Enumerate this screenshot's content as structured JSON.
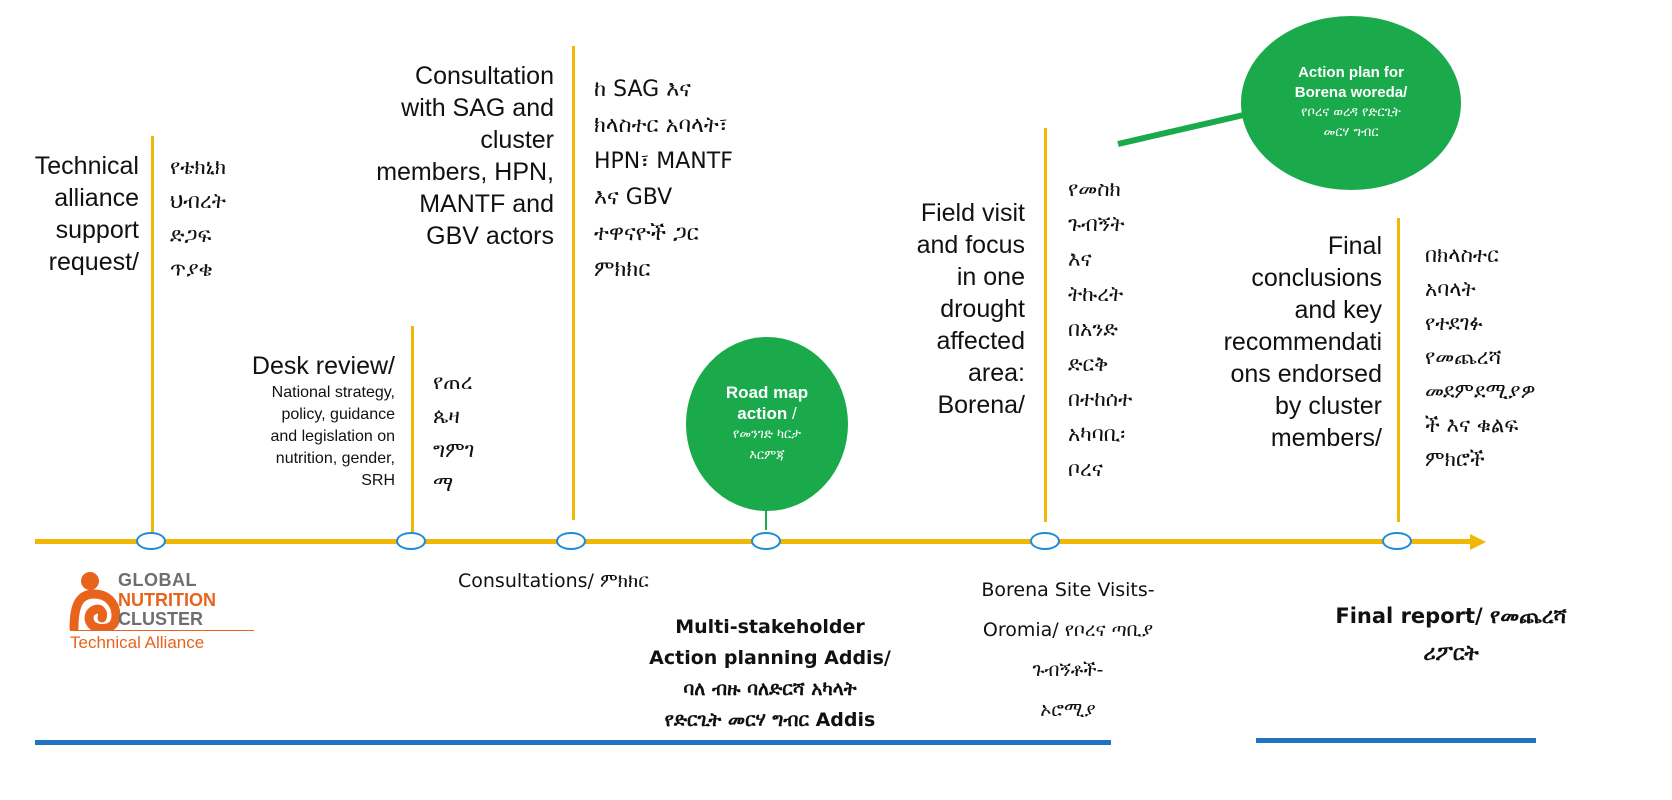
{
  "milestones": {
    "technical_request": {
      "english": [
        "Technical",
        "alliance",
        "support",
        "request/"
      ],
      "amharic": [
        "የቴክኒክ",
        "ህብረት",
        "ድጋፍ",
        "ጥያቄ"
      ]
    },
    "desk_review": {
      "title": "Desk review/",
      "detail": [
        "National strategy,",
        "policy, guidance",
        "and legislation on",
        "nutrition, gender,",
        "SRH"
      ],
      "amharic": [
        "የጠረ",
        "ጴዛ",
        "ግምገ",
        "ማ"
      ]
    },
    "consultation": {
      "english": [
        "Consultation",
        "with SAG and",
        "cluster",
        "members, HPN,",
        "MANTF and",
        "GBV actors"
      ],
      "amharic": [
        "ከ SAG እና",
        "ክላስተር አባላት፣",
        "HPN፣ MANTF",
        "እና GBV",
        "ተዋናዮች ጋር",
        "ምክክር"
      ]
    },
    "road_map": {
      "title": "Road map",
      "title2": "action",
      "slash": " /",
      "amharic": [
        "የመንገድ ካርታ",
        "እርምጃ"
      ]
    },
    "field_visit": {
      "english": [
        "Field visit",
        "and focus",
        "in one",
        "drought",
        "affected",
        "area:",
        "Borena/"
      ],
      "amharic": [
        "የመስክ",
        "ጉብኝት",
        "እና",
        "ትኩረት",
        "በአንድ",
        "ድርቅ",
        "በተከሰተ",
        "አካባቢ፡",
        "ቦረና"
      ]
    },
    "action_plan": {
      "title": [
        "Action plan for",
        "Borena woreda/"
      ],
      "amharic": [
        "የቦረና ወረዳ የድርጊት",
        "መርሃ ግብር"
      ]
    },
    "final": {
      "english": [
        "Final",
        "conclusions",
        "and key",
        "recommendati",
        "ons endorsed",
        "by cluster",
        "members/"
      ],
      "amharic": [
        "በክላስተር",
        "አባላት",
        "የተደገፉ",
        "የመጨረሻ",
        "መደምደሚያዎ",
        "ች እና ቁልፍ",
        "ምክሮች"
      ]
    }
  },
  "phases": {
    "consultations": "Consultations/ ምክክር",
    "multi_stakeholder": [
      "Multi-stakeholder",
      "Action planning Addis/",
      "ባለ ብዙ ባለድርሻ አካላት",
      "የድርጊት መርሃ ግብር Addis"
    ],
    "borena_visits": [
      "Borena Site Visits-",
      "Oromia/ የቦረና ጣቢያ",
      "ጉብኝቶች-",
      "ኦሮሚያ"
    ],
    "final_report": [
      "Final report/ የመጨረሻ",
      "ሪፖርት"
    ]
  },
  "logo": {
    "line1": "GLOBAL",
    "line2": "NUTRITION",
    "line3": "CLUSTER",
    "line4": "Technical Alliance",
    "brand_color": "#E8631C",
    "text_color": "#6D6E71"
  },
  "colors": {
    "timeline": "#F2B705",
    "node_border": "#1F8DD6",
    "bubble": "#1AAA4B",
    "underline": "#1F73C2"
  }
}
